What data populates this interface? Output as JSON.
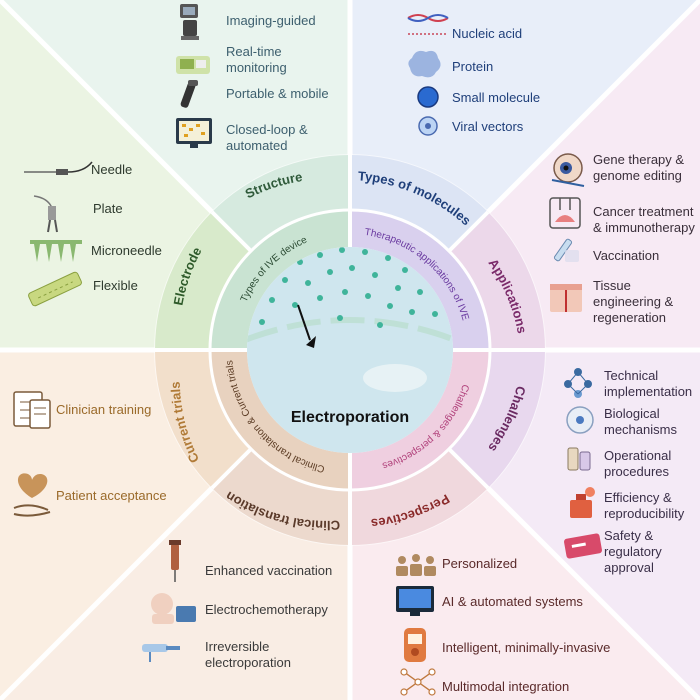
{
  "center": {
    "title": "Electroporation"
  },
  "inner_ring": {
    "types_of_ive_device": "Types of IVE device",
    "therapeutic_applications": "Therapeutic applications of IVE",
    "challenges_perspectives": "Challenges & perspectives",
    "clinical_translation_trials": "Clinical translation & Current trials"
  },
  "outer_ring": {
    "structure": "Structure",
    "types_of_molecules": "Types of molecules",
    "applications": "Applications",
    "challenges": "Challenges",
    "perspectives": "Perspectives",
    "clinical_translation": "Clinical translation",
    "current_trials": "Current trials",
    "electrode": "Electrode"
  },
  "structure_items": [
    "Imaging-guided",
    "Real-time monitoring",
    "Portable & mobile",
    "Closed-loop & automated"
  ],
  "molecule_items": [
    "Nucleic acid",
    "Protein",
    "Small molecule",
    "Viral vectors"
  ],
  "application_items": [
    "Gene therapy & genome editing",
    "Cancer treatment & immunotherapy",
    "Vaccination",
    "Tissue engineering & regeneration"
  ],
  "challenge_items": [
    "Technical implementation",
    "Biological mechanisms",
    "Operational procedures",
    "Efficiency & reproducibility",
    "Safety & regulatory approval"
  ],
  "perspective_items": [
    "Personalized",
    "AI & automated systems",
    "Intelligent, minimally-invasive",
    "Multimodal integration"
  ],
  "clinical_items": [
    "Enhanced vaccination",
    "Electrochemotherapy",
    "Irreversible electroporation"
  ],
  "trial_items": [
    "Clinician training",
    "Patient acceptance"
  ],
  "electrode_items": [
    "Needle",
    "Plate",
    "Microneedle",
    "Flexible"
  ],
  "colors": {
    "structure": "#e8f3ee",
    "molecules": "#e6edf8",
    "applications": "#f6e9f3",
    "challenges": "#f3e9f5",
    "perspectives": "#f9eaee",
    "clinical": "#f8ece3",
    "trials": "#f9ede0",
    "electrode": "#eaf3e2",
    "center": "#cfe6ee"
  }
}
